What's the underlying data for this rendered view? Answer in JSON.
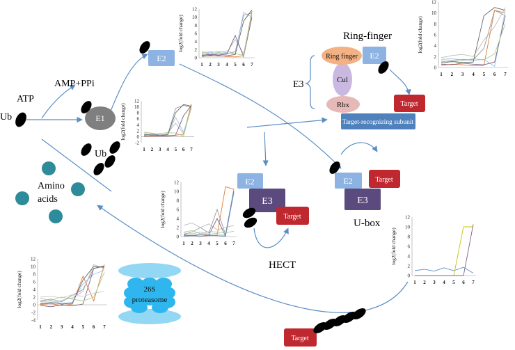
{
  "labels": {
    "atp": "ATP",
    "amp_ppi": "AMP+PPi",
    "ub": "Ub",
    "ub2": "Ub",
    "e1": "E1",
    "e2_top": "E2",
    "e2_ring": "E2",
    "e2_hect": "E2",
    "e2_ubox": "E2",
    "e3_left": "E3",
    "e3_hect": "E3",
    "e3_ubox": "E3",
    "ring_finger_title": "Ring-finger",
    "ring_finger": "Ring finger",
    "cul": "Cul",
    "rbx": "Rbx",
    "target_recognizing": "Target-recognizing subunit",
    "target": "Target",
    "amino_acids_1": "Amino",
    "amino_acids_2": "acids",
    "hect": "HECT",
    "ubox": "U-box",
    "proteasome_1": "26S",
    "proteasome_2": "proteasome"
  },
  "colors": {
    "arrow": "#5b8ec4",
    "e1": "#7f7f7f",
    "e2": "#8db3e2",
    "e3": "#5b4a7d",
    "target": "#c0282f",
    "ring_finger": "#f4b183",
    "cul": "#c9b8e0",
    "rbx": "#e6b8b7",
    "target_recognizing": "#4f81bd",
    "amino_acid": "#2e8b9a",
    "proteasome": "#47c5f0"
  },
  "chart_data": [
    {
      "type": "line",
      "id": "top",
      "ylabel": "log2(fold change)",
      "x": [
        1,
        2,
        3,
        4,
        5,
        6,
        7
      ],
      "xticks": [
        "1",
        "2",
        "3",
        "4",
        "5",
        "6",
        "7"
      ],
      "yticks": [
        "0",
        "2",
        "4",
        "6",
        "8",
        "10",
        "12"
      ],
      "ylim": [
        0,
        12
      ],
      "series": [
        {
          "color": "#999999",
          "values": [
            1.0,
            0.8,
            1.2,
            1.0,
            1.5,
            10.5,
            11.0
          ]
        },
        {
          "color": "#bbbbbb",
          "values": [
            0.8,
            1.2,
            0.6,
            1.3,
            4.5,
            1.0,
            10.5
          ]
        },
        {
          "color": "#e07b39",
          "values": [
            0.5,
            0.4,
            0.6,
            0.3,
            0.2,
            0.5,
            11.5
          ]
        },
        {
          "color": "#9dc3e6",
          "values": [
            1.5,
            1.2,
            1.6,
            1.2,
            1.0,
            11.2,
            10.0
          ]
        },
        {
          "color": "#7f6084",
          "values": [
            0.6,
            0.8,
            0.7,
            0.9,
            5.5,
            0.3,
            10.0
          ]
        },
        {
          "color": "#a9d18e",
          "values": [
            1.2,
            1.5,
            1.3,
            1.7,
            1.0,
            0.6,
            11.0
          ]
        },
        {
          "color": "#666666",
          "values": [
            0.3,
            0.6,
            0.4,
            0.5,
            0.8,
            9.0,
            11.8
          ]
        }
      ]
    },
    {
      "type": "line",
      "id": "e1",
      "ylabel": "log2(fold change)",
      "x": [
        1,
        2,
        3,
        4,
        5,
        6,
        7
      ],
      "xticks": [
        "1",
        "2",
        "3",
        "4",
        "5",
        "6",
        "7"
      ],
      "yticks": [
        "-2",
        "0",
        "2",
        "4",
        "6",
        "8",
        "10",
        "12"
      ],
      "ylim": [
        -2,
        12
      ],
      "series": [
        {
          "color": "#999999",
          "values": [
            1.0,
            0.5,
            0.8,
            0.6,
            9.5,
            10.5,
            9.8
          ]
        },
        {
          "color": "#bbbbbb",
          "values": [
            0.3,
            0.8,
            0.2,
            1.2,
            4.5,
            1.0,
            10.5
          ]
        },
        {
          "color": "#e07b39",
          "values": [
            0.2,
            0.1,
            0.3,
            0.2,
            0.5,
            0.8,
            11.0
          ]
        },
        {
          "color": "#9dc3e6",
          "values": [
            0.5,
            0.6,
            0.4,
            0.5,
            6.5,
            1.5,
            9.5
          ]
        },
        {
          "color": "#7f6084",
          "values": [
            0.1,
            0.4,
            0.2,
            0.3,
            0.5,
            7.0,
            10.5
          ]
        },
        {
          "color": "#a9d18e",
          "values": [
            1.5,
            1.2,
            1.0,
            1.4,
            1.2,
            0.2,
            10.0
          ]
        },
        {
          "color": "#666666",
          "values": [
            0.6,
            0.9,
            0.3,
            0.7,
            8.0,
            10.8,
            10.2
          ]
        }
      ]
    },
    {
      "type": "line",
      "id": "ring",
      "ylabel": "log2(fold change)",
      "x": [
        1,
        2,
        3,
        4,
        5,
        6,
        7
      ],
      "xticks": [
        "1",
        "2",
        "3",
        "4",
        "5",
        "6",
        "7"
      ],
      "yticks": [
        "0",
        "2",
        "4",
        "6",
        "8",
        "10",
        "12"
      ],
      "ylim": [
        0,
        12
      ],
      "series": [
        {
          "color": "#999999",
          "values": [
            1.0,
            1.3,
            1.5,
            1.4,
            3.5,
            10.5,
            9.5
          ]
        },
        {
          "color": "#bbbbbb",
          "values": [
            1.8,
            2.2,
            2.4,
            2.0,
            5.0,
            7.5,
            11.0
          ]
        },
        {
          "color": "#e07b39",
          "values": [
            0.4,
            0.6,
            0.5,
            0.3,
            0.4,
            10.5,
            10.0
          ]
        },
        {
          "color": "#9dc3e6",
          "values": [
            1.5,
            1.6,
            1.4,
            1.3,
            1.5,
            0.2,
            10.5
          ]
        },
        {
          "color": "#7f6084",
          "values": [
            0.6,
            0.5,
            0.8,
            0.6,
            0.5,
            1.0,
            9.5
          ]
        },
        {
          "color": "#a9d18e",
          "values": [
            1.2,
            1.0,
            1.3,
            1.6,
            1.4,
            2.5,
            8.0
          ]
        },
        {
          "color": "#666666",
          "values": [
            0.8,
            1.1,
            0.9,
            1.0,
            9.5,
            11.0,
            10.5
          ]
        }
      ]
    },
    {
      "type": "line",
      "id": "hect",
      "ylabel": "log2(fold change)",
      "x": [
        1,
        2,
        3,
        4,
        5,
        6,
        7
      ],
      "xticks": [
        "1",
        "2",
        "3",
        "4",
        "5",
        "6",
        "7"
      ],
      "yticks": [
        "0",
        "2",
        "4",
        "6",
        "8",
        "10",
        "12"
      ],
      "ylim": [
        0,
        12
      ],
      "series": [
        {
          "color": "#999999",
          "values": [
            0.5,
            1.0,
            2.0,
            0.8,
            6.0,
            0.5,
            10.5
          ]
        },
        {
          "color": "#bbbbbb",
          "values": [
            2.5,
            3.0,
            2.0,
            2.8,
            1.5,
            2.0,
            2.5
          ]
        },
        {
          "color": "#e07b39",
          "values": [
            0.2,
            0.3,
            0.1,
            0.2,
            0.3,
            11.0,
            10.5
          ]
        },
        {
          "color": "#9dc3e6",
          "values": [
            0.8,
            0.6,
            1.0,
            0.5,
            0.7,
            0.2,
            9.5
          ]
        },
        {
          "color": "#7f6084",
          "values": [
            0.4,
            0.2,
            0.5,
            0.3,
            4.0,
            0.1,
            10.0
          ]
        },
        {
          "color": "#a9d18e",
          "values": [
            1.0,
            1.3,
            0.6,
            1.1,
            1.0,
            0.8,
            1.2
          ]
        },
        {
          "color": "#5b8ec4",
          "values": [
            0.1,
            0.2,
            0.1,
            0.3,
            0.2,
            0.1,
            10.0
          ]
        }
      ]
    },
    {
      "type": "line",
      "id": "ubox",
      "ylabel": "log2(fold change)",
      "x": [
        1,
        2,
        3,
        4,
        5,
        6,
        7
      ],
      "xticks": [
        "1",
        "2",
        "3",
        "4",
        "5",
        "6",
        "7"
      ],
      "yticks": [
        "0",
        "2",
        "4",
        "6",
        "8",
        "10",
        "12"
      ],
      "ylim": [
        0,
        12
      ],
      "series": [
        {
          "color": "#5b8ec4",
          "values": [
            1.0,
            1.3,
            0.9,
            1.6,
            1.0,
            1.7,
            0.5
          ]
        },
        {
          "color": "#c9c400",
          "values": [
            0.0,
            0.0,
            0.0,
            0.0,
            0.0,
            10.0,
            10.0
          ]
        },
        {
          "color": "#7f6084",
          "values": [
            0.0,
            0.0,
            0.0,
            0.0,
            0.0,
            0.0,
            10.5
          ]
        }
      ]
    },
    {
      "type": "line",
      "id": "proteasome",
      "ylabel": "log2(fold change)",
      "x": [
        1,
        2,
        3,
        4,
        5,
        6,
        7
      ],
      "xticks": [
        "1",
        "2",
        "3",
        "4",
        "5",
        "6",
        "7"
      ],
      "yticks": [
        "-4",
        "-2",
        "0",
        "2",
        "4",
        "6",
        "8",
        "10",
        "12"
      ],
      "ylim": [
        -4,
        12
      ],
      "series": [
        {
          "color": "#999999",
          "values": [
            1.0,
            1.5,
            0.8,
            2.5,
            4.0,
            9.5,
            10.0
          ]
        },
        {
          "color": "#bbbbbb",
          "values": [
            0.5,
            0.2,
            1.2,
            1.8,
            3.5,
            10.5,
            9.5
          ]
        },
        {
          "color": "#e07b39",
          "values": [
            0.1,
            0.3,
            -0.2,
            0.2,
            7.5,
            1.0,
            10.5
          ]
        },
        {
          "color": "#9dc3e6",
          "values": [
            0.8,
            1.0,
            0.4,
            0.6,
            5.5,
            8.0,
            9.0
          ]
        },
        {
          "color": "#7f6084",
          "values": [
            -0.2,
            -0.5,
            0.0,
            -0.3,
            0.2,
            9.5,
            10.2
          ]
        },
        {
          "color": "#a9d18e",
          "values": [
            1.6,
            1.2,
            2.0,
            1.5,
            1.0,
            2.0,
            8.5
          ]
        },
        {
          "color": "#666666",
          "values": [
            0.3,
            0.6,
            0.2,
            0.4,
            6.5,
            10.0,
            9.8
          ]
        },
        {
          "color": "#cccccc",
          "values": [
            2.0,
            2.2,
            1.8,
            2.6,
            2.2,
            3.0,
            3.5
          ]
        }
      ]
    }
  ]
}
